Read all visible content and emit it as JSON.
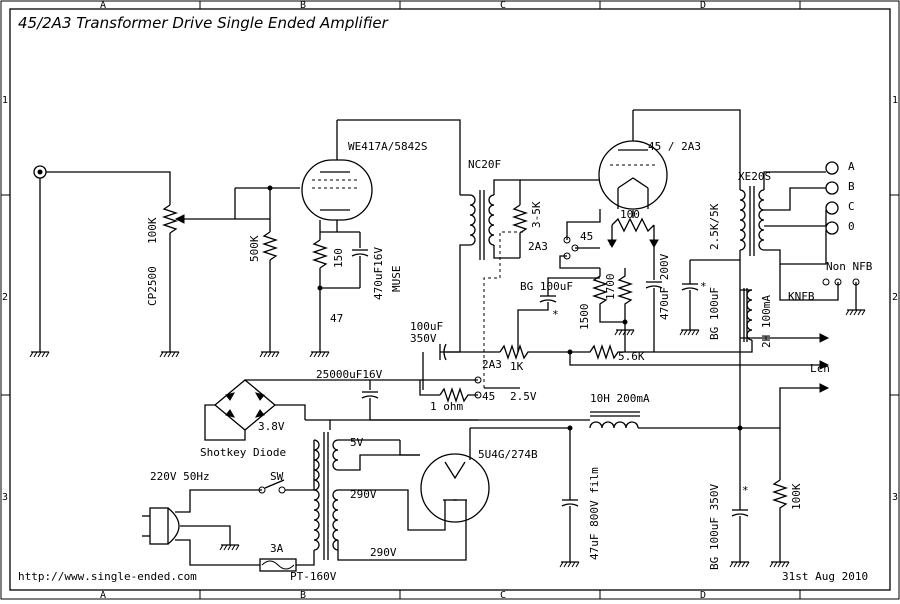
{
  "title": "45/2A3 Transformer Drive Single Ended Amplifier",
  "footer": {
    "url": "http://www.single-ended.com",
    "date": "31st Aug 2010"
  },
  "border_zones": {
    "columns": [
      "A",
      "B",
      "C",
      "D"
    ],
    "rows": [
      "1",
      "2",
      "3"
    ]
  },
  "labels": {
    "input_pot_value": "100K",
    "input_pot_part": "CP2500",
    "grid_resistor": "500K",
    "driver_tube": "WE417A/5842S",
    "cathode_resistor": "150",
    "cathode_cap": "470uF16V",
    "cathode_cap_brand": "MUSE",
    "cathode_extra": "47",
    "interstage": "NC20F",
    "interstage_load": "3-5K",
    "output_tube": "45 / 2A3",
    "hum_pot": "100",
    "sel_2a3": "2A3",
    "sel_45": "45",
    "bias_cap": "BG 100uF",
    "bias_cap_mark": "*",
    "bias_res_1500": "1500",
    "bias_res_1700": "1700",
    "bypass_cap": "470uF 200V",
    "output_xfmr": "XE20S",
    "output_impedance": "2.5K/5K",
    "tap_a": "A",
    "tap_b": "B",
    "tap_c": "C",
    "tap_0": "0",
    "nfb_non": "Non  NFB",
    "nfb_knfb": "KNFB",
    "choke_small": "2H 100mA",
    "plate_cap": "BG 100uF",
    "plate_cap_mark": "*",
    "coupling_cap": "100uF\n350V",
    "coupling_cap_a": "100uF",
    "coupling_cap_b": "350V",
    "res_1k": "1K",
    "res_5k6": "5.6K",
    "filament_cap": "25000uF16V",
    "fil_2a3": "2A3",
    "fil_45": "45",
    "fil_volt": "2.5V",
    "fil_res": "1 ohm",
    "bridge_volt": "3.8V",
    "bridge_type": "Shotkey Diode",
    "choke_main": "10H 200mA",
    "rectifier": "5U4G/274B",
    "sec_5v": "5V",
    "sec_290a": "290V",
    "sec_290b": "290V",
    "mains": "220V 50Hz",
    "switch": "SW",
    "fuse": "3A",
    "power_xfmr": "PT-160V",
    "filter_cap": "47uF 800V film",
    "res_cap": "BG 100uF 350V",
    "res_cap_mark": "*",
    "bleeder": "100K",
    "channel": "Lch"
  }
}
